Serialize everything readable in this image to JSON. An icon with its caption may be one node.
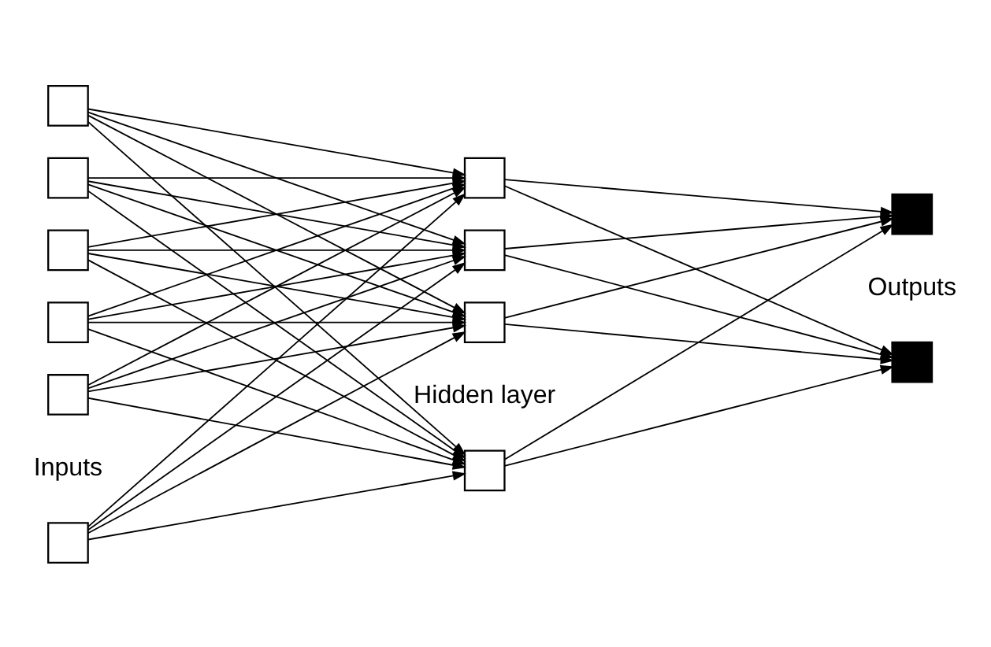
{
  "diagram": {
    "nodes": [
      {
        "text": [],
        "shape": "box"
      },
      {
        "text": [],
        "shape": "box"
      },
      {
        "text": [],
        "shape": "box"
      },
      {
        "text": [],
        "shape": "box"
      },
      {
        "text": [],
        "shape": "box"
      },
      {
        "text": [],
        "shape": "box"
      },
      {
        "text": [],
        "shape": "box"
      },
      {
        "text": [],
        "shape": "box"
      },
      {
        "text": [],
        "shape": "box"
      },
      {
        "text": [],
        "shape": "box"
      },
      {
        "text": [],
        "shape": "box"
      },
      {
        "text": [],
        "shape": "box"
      }
    ],
    "edges": [
      {
        "from": 0,
        "to": 6,
        "arrow": "to"
      },
      {
        "from": 0,
        "to": 7,
        "arrow": "to"
      },
      {
        "from": 0,
        "to": 8,
        "arrow": "to"
      },
      {
        "from": 0,
        "to": 9,
        "arrow": "to"
      },
      {
        "from": 1,
        "to": 6,
        "arrow": "to"
      },
      {
        "from": 1,
        "to": 7,
        "arrow": "to"
      },
      {
        "from": 1,
        "to": 8,
        "arrow": "to"
      },
      {
        "from": 1,
        "to": 9,
        "arrow": "to"
      },
      {
        "from": 2,
        "to": 6,
        "arrow": "to"
      },
      {
        "from": 2,
        "to": 7,
        "arrow": "to"
      },
      {
        "from": 2,
        "to": 8,
        "arrow": "to"
      },
      {
        "from": 2,
        "to": 9,
        "arrow": "to"
      },
      {
        "from": 3,
        "to": 6,
        "arrow": "to"
      },
      {
        "from": 3,
        "to": 7,
        "arrow": "to"
      },
      {
        "from": 3,
        "to": 8,
        "arrow": "to"
      },
      {
        "from": 3,
        "to": 9,
        "arrow": "to"
      },
      {
        "from": 4,
        "to": 6,
        "arrow": "to"
      },
      {
        "from": 4,
        "to": 7,
        "arrow": "to"
      },
      {
        "from": 4,
        "to": 8,
        "arrow": "to"
      },
      {
        "from": 4,
        "to": 9,
        "arrow": "to"
      },
      {
        "from": 5,
        "to": 6,
        "arrow": "to"
      },
      {
        "from": 5,
        "to": 7,
        "arrow": "to"
      },
      {
        "from": 5,
        "to": 8,
        "arrow": "to"
      },
      {
        "from": 5,
        "to": 9,
        "arrow": "to"
      },
      {
        "from": 6,
        "to": 10,
        "arrow": "to"
      },
      {
        "from": 6,
        "to": 11,
        "arrow": "to"
      },
      {
        "from": 7,
        "to": 10,
        "arrow": "to"
      },
      {
        "from": 7,
        "to": 11,
        "arrow": "to"
      },
      {
        "from": 8,
        "to": 10,
        "arrow": "to"
      },
      {
        "from": 8,
        "to": 11,
        "arrow": "to"
      },
      {
        "from": 9,
        "to": 10,
        "arrow": "to"
      },
      {
        "from": 9,
        "to": 11,
        "arrow": "to"
      }
    ],
    "labels": [
      "Inputs",
      "Hidden layer",
      "Outputs"
    ]
  }
}
